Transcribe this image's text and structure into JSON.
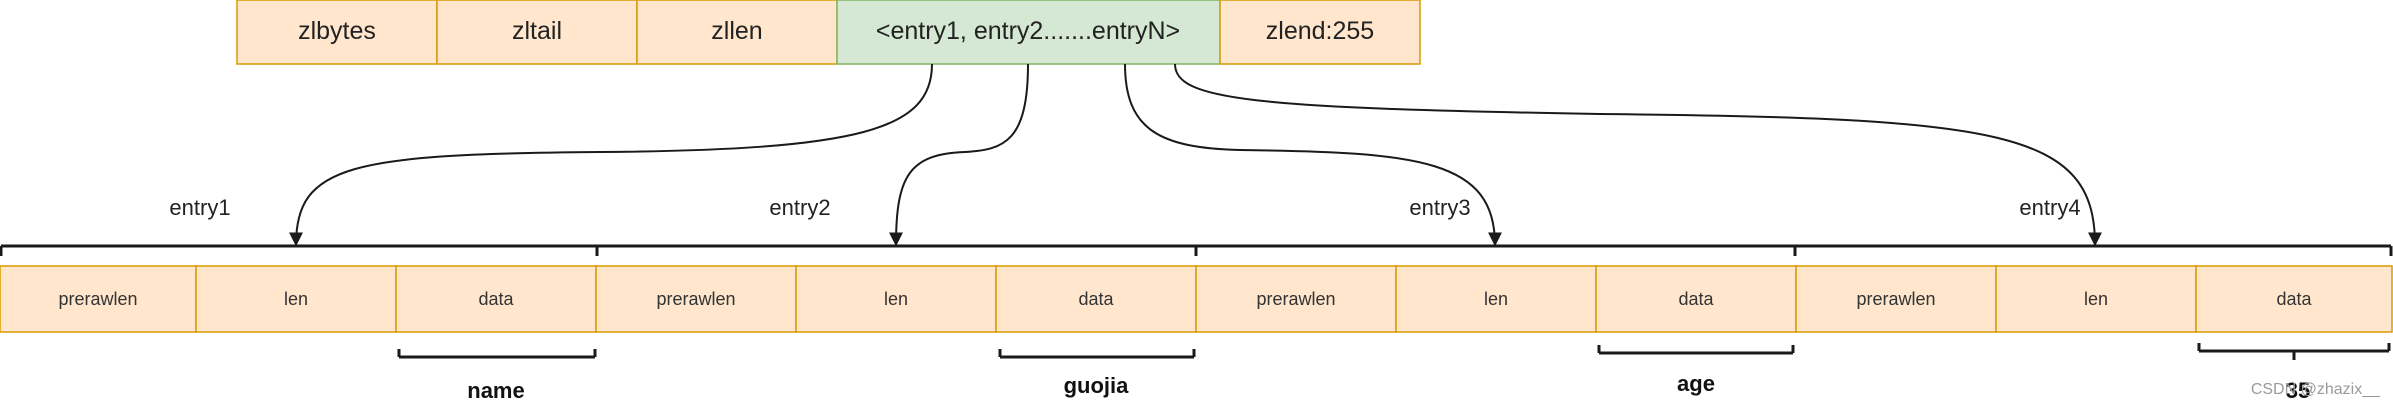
{
  "header": {
    "cells": [
      {
        "label": "zlbytes",
        "kind": "field"
      },
      {
        "label": "zltail",
        "kind": "field"
      },
      {
        "label": "zllen",
        "kind": "field"
      },
      {
        "label": "<entry1, entry2.......entryN>",
        "kind": "entries"
      },
      {
        "label": "zlend:255",
        "kind": "field"
      }
    ]
  },
  "entries": [
    {
      "label": "entry1",
      "fields": [
        "prerawlen",
        "len",
        "data"
      ],
      "data_value": "name"
    },
    {
      "label": "entry2",
      "fields": [
        "prerawlen",
        "len",
        "data"
      ],
      "data_value": "guojia"
    },
    {
      "label": "entry3",
      "fields": [
        "prerawlen",
        "len",
        "data"
      ],
      "data_value": "age"
    },
    {
      "label": "entry4",
      "fields": [
        "prerawlen",
        "len",
        "data"
      ],
      "data_value": "35"
    }
  ],
  "watermark": "CSDN @zhazix__",
  "colors": {
    "field_fill": "#ffe6cc",
    "field_border": "#d79b00",
    "entries_fill": "#d5e8d4",
    "entries_border": "#82b366"
  }
}
